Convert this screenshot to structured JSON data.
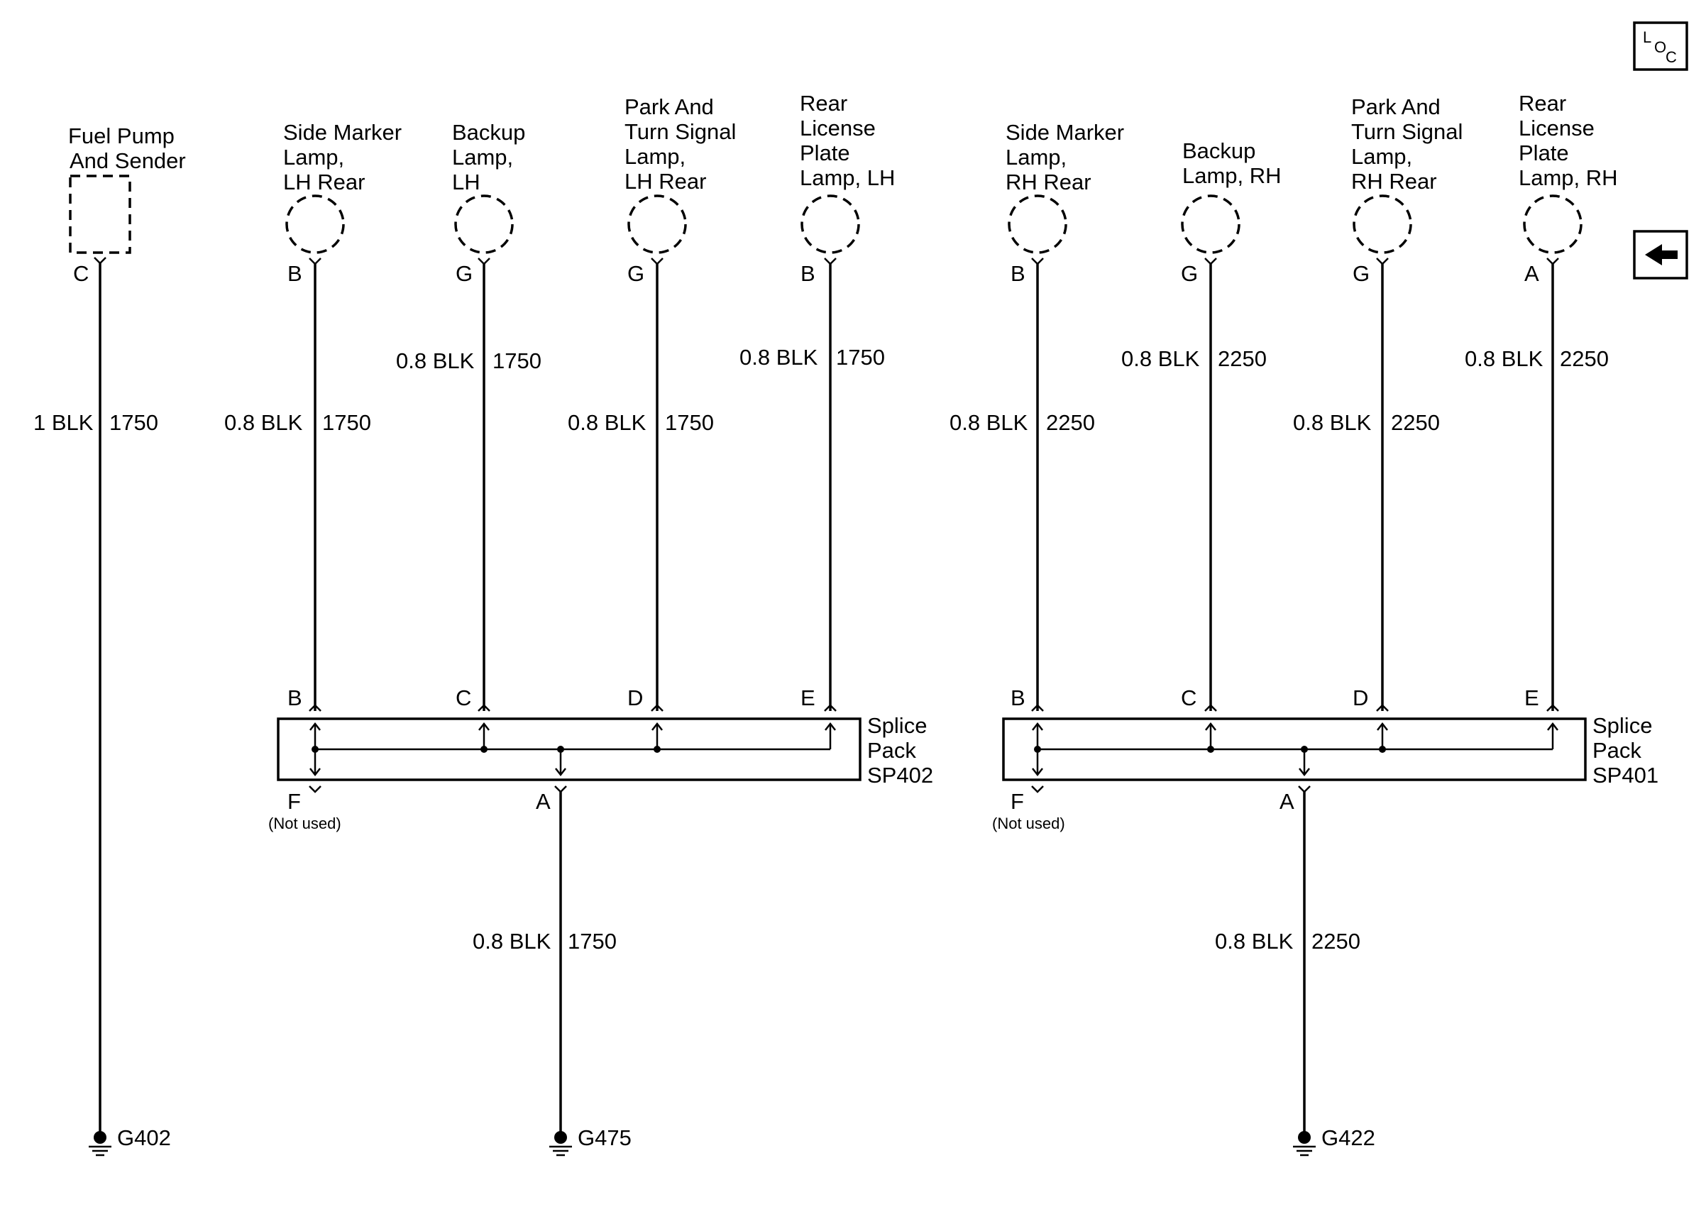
{
  "nav": {
    "loc_label_top": "L",
    "loc_label_mid": "O",
    "loc_label_bottom": "C",
    "back_icon": "left-arrow-icon"
  },
  "components": [
    {
      "id": "fuel-pump",
      "lines": [
        "Fuel Pump",
        "And Sender"
      ],
      "pin": "C",
      "shape": "square"
    },
    {
      "id": "side-lh",
      "lines": [
        "Side Marker",
        "Lamp,",
        "LH Rear"
      ],
      "pin": "B",
      "shape": "circle"
    },
    {
      "id": "backup-lh",
      "lines": [
        "Backup",
        "Lamp,",
        "LH"
      ],
      "pin": "G",
      "shape": "circle"
    },
    {
      "id": "park-lh",
      "lines": [
        "Park And",
        "Turn Signal",
        "Lamp,",
        "LH Rear"
      ],
      "pin": "G",
      "shape": "circle"
    },
    {
      "id": "license-lh",
      "lines": [
        "Rear",
        "License",
        "Plate",
        "Lamp, LH"
      ],
      "pin": "B",
      "shape": "circle"
    },
    {
      "id": "side-rh",
      "lines": [
        "Side Marker",
        "Lamp,",
        "RH Rear"
      ],
      "pin": "B",
      "shape": "circle"
    },
    {
      "id": "backup-rh",
      "lines": [
        "Backup",
        "Lamp, RH"
      ],
      "pin": "G",
      "shape": "circle"
    },
    {
      "id": "park-rh",
      "lines": [
        "Park And",
        "Turn Signal",
        "Lamp,",
        "RH Rear"
      ],
      "pin": "G",
      "shape": "circle"
    },
    {
      "id": "license-rh",
      "lines": [
        "Rear",
        "License",
        "Plate",
        "Lamp, RH"
      ],
      "pin": "A",
      "shape": "circle"
    }
  ],
  "wires": [
    {
      "gauge": "1 BLK",
      "circuit": "1750"
    },
    {
      "gauge": "0.8 BLK",
      "circuit": "1750"
    },
    {
      "gauge": "0.8 BLK",
      "circuit": "1750"
    },
    {
      "gauge": "0.8 BLK",
      "circuit": "1750"
    },
    {
      "gauge": "0.8 BLK",
      "circuit": "1750"
    },
    {
      "gauge": "0.8 BLK",
      "circuit": "2250"
    },
    {
      "gauge": "0.8 BLK",
      "circuit": "2250"
    },
    {
      "gauge": "0.8 BLK",
      "circuit": "2250"
    },
    {
      "gauge": "0.8 BLK",
      "circuit": "2250"
    }
  ],
  "splice_packs": [
    {
      "lines": [
        "Splice",
        "Pack",
        "SP402"
      ],
      "top_pins": [
        "B",
        "C",
        "D",
        "E"
      ],
      "unused_pin": "F",
      "unused_note": "(Not used)",
      "out_pin": "A",
      "out_wire": {
        "gauge": "0.8 BLK",
        "circuit": "1750"
      },
      "ground": "G475"
    },
    {
      "lines": [
        "Splice",
        "Pack",
        "SP401"
      ],
      "top_pins": [
        "B",
        "C",
        "D",
        "E"
      ],
      "unused_pin": "F",
      "unused_note": "(Not used)",
      "out_pin": "A",
      "out_wire": {
        "gauge": "0.8 BLK",
        "circuit": "2250"
      },
      "ground": "G422"
    }
  ],
  "fuel_pump_ground": "G402"
}
